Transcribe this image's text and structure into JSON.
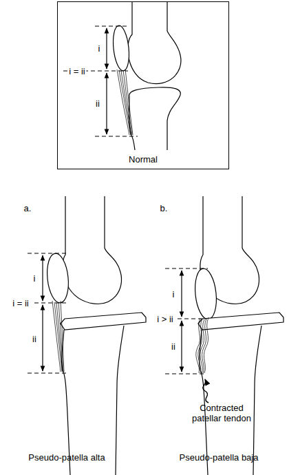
{
  "diagram": {
    "nodes": [
      {
        "text": [
          "Normal"
        ]
      }
    ],
    "labels": [
      "i",
      "i = ii",
      "ii",
      "a.",
      "i",
      "i = ii",
      "ii",
      "Pseudo-patella alta",
      "b.",
      "i",
      "i > ii",
      "ii",
      "Contracted patellar tendon",
      "Pseudo-patella baja"
    ]
  }
}
